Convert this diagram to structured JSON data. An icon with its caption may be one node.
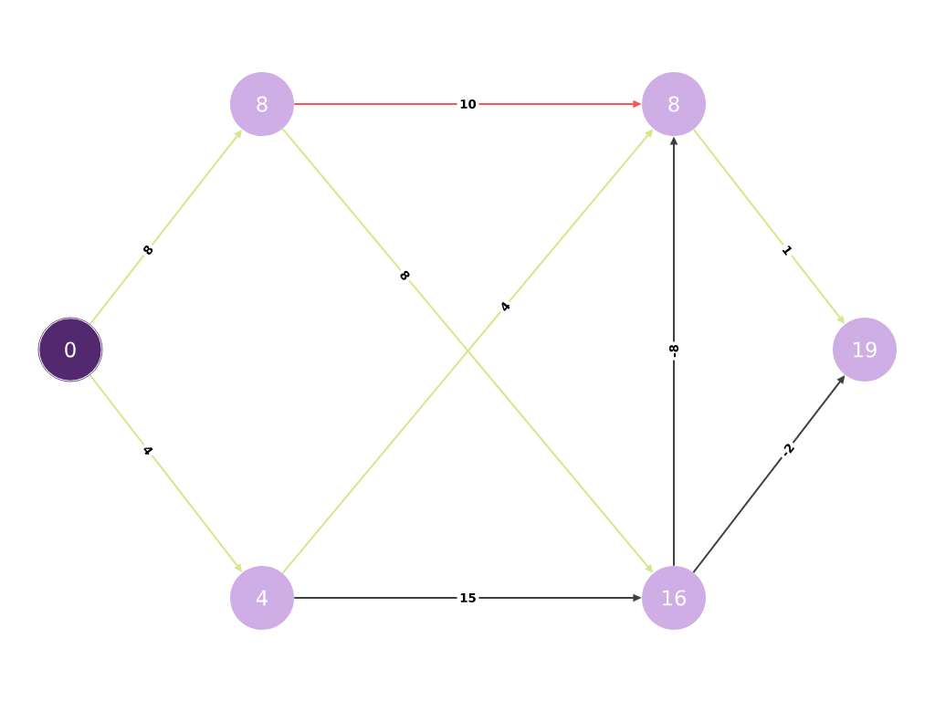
{
  "diagram": {
    "nodes": [
      {
        "text": [
          "0"
        ]
      },
      {
        "text": [
          "8"
        ]
      },
      {
        "text": [
          "4"
        ]
      },
      {
        "text": [
          "8"
        ]
      },
      {
        "text": [
          "16"
        ]
      },
      {
        "text": [
          "19"
        ]
      }
    ],
    "edges": [
      {
        "from": 0,
        "to": 1,
        "arrow": "to",
        "label": "8"
      },
      {
        "from": 0,
        "to": 2,
        "arrow": "to",
        "label": "4"
      },
      {
        "from": 1,
        "to": 3,
        "arrow": "to",
        "label": "10",
        "color": "#ff5252"
      },
      {
        "from": 1,
        "to": 4,
        "arrow": "to",
        "label": "8"
      },
      {
        "from": 2,
        "to": 3,
        "arrow": "to",
        "label": "4"
      },
      {
        "from": 2,
        "to": 4,
        "arrow": "to",
        "label": "15",
        "color": "#404040"
      },
      {
        "from": 4,
        "to": 3,
        "arrow": "to",
        "label": "-8",
        "color": "#404040"
      },
      {
        "from": 3,
        "to": 5,
        "arrow": "to",
        "label": "1"
      },
      {
        "from": 4,
        "to": 5,
        "arrow": "to",
        "label": "-2",
        "color": "#404040"
      }
    ]
  }
}
